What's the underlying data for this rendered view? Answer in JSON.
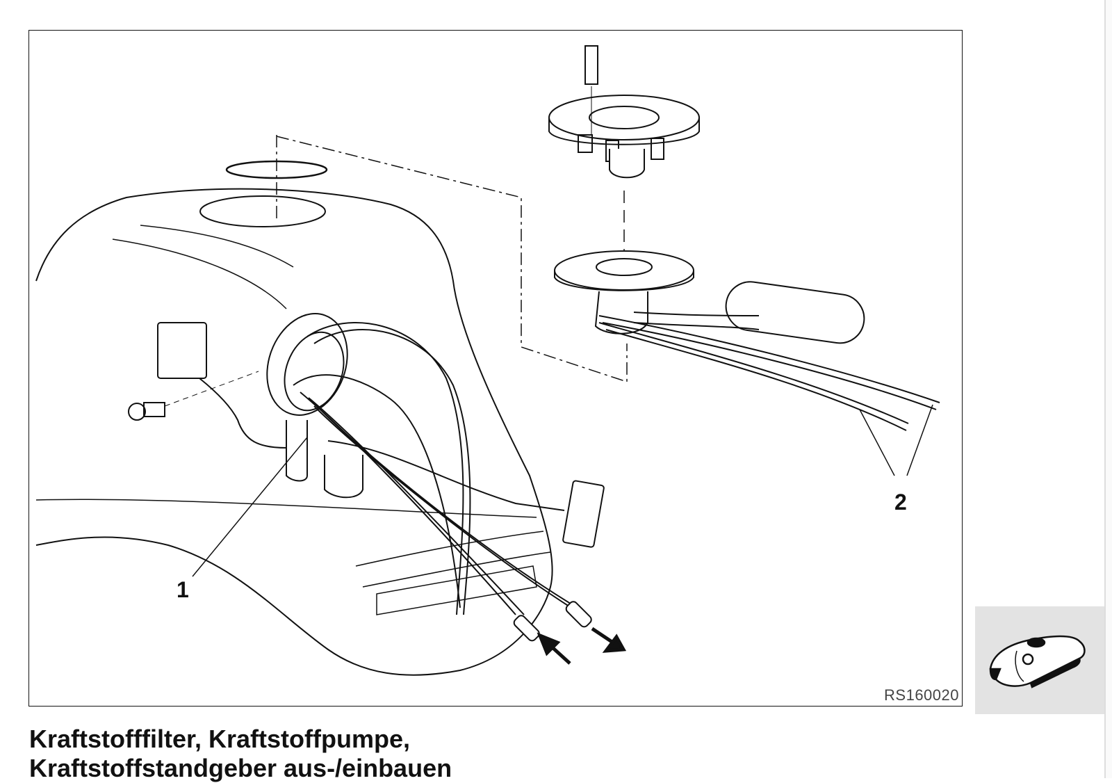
{
  "figure": {
    "code": "RS160020",
    "callouts": [
      "1",
      "2"
    ]
  },
  "title": {
    "line1": "Kraftstofffilter, Kraftstoffpumpe,",
    "line2": "Kraftstoffstandgeber aus-/einbauen"
  },
  "thumbnail": {
    "icon": "fuel-tank-icon"
  }
}
